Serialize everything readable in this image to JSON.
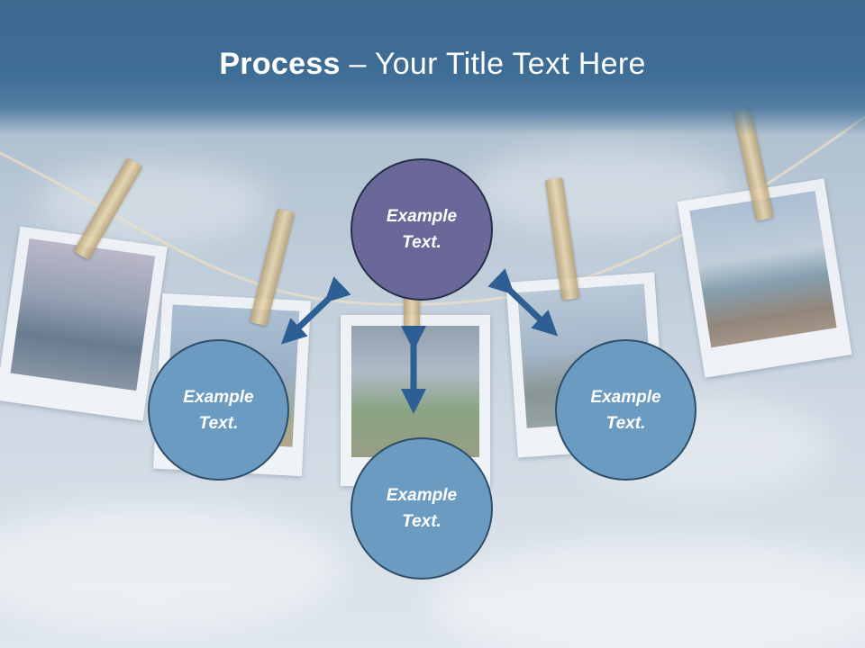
{
  "title": {
    "bold": "Process",
    "rest": " – Your Title Text Here"
  },
  "nodes": {
    "top": "Example Text.",
    "left": "Example Text.",
    "bottom": "Example Text.",
    "right": "Example Text."
  },
  "colors": {
    "header": "#3e6d95",
    "node_blue": "#6b9bc0",
    "node_purple": "#6a6899",
    "arrow": "#2e5f94",
    "node_border": "#2f4e6a"
  },
  "icons": [
    "clothespin",
    "photo"
  ]
}
